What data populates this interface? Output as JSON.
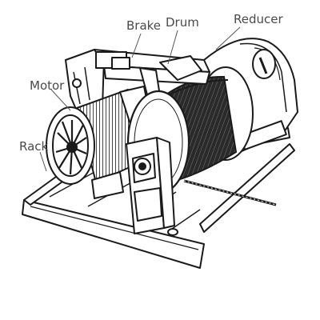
{
  "labels": {
    "brake": "Brake",
    "drum": "Drum",
    "reducer": "Reducer",
    "motor": "Motor",
    "rack": "Rack"
  },
  "colors": {
    "ink": "#1a1a1a",
    "label_text": "#4a4a4a",
    "background": "#ffffff"
  }
}
